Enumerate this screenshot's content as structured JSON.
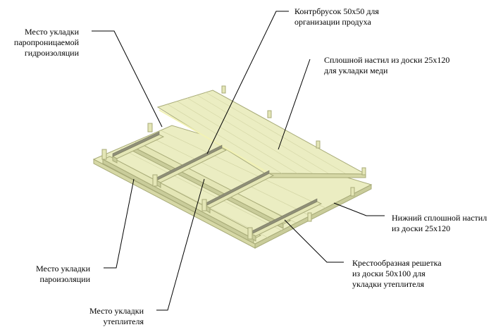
{
  "labels": {
    "vapor_permeable": {
      "line1": "Место укладки",
      "line2": "паропроницаемой",
      "line3": "гидроизоляции"
    },
    "counter_batten": {
      "line1": "Контрбрусок  50х50 для",
      "line2": "организации продуха"
    },
    "solid_top": {
      "line1": "Сплошной настил из доски 25х120",
      "line2": "для укладки меди"
    },
    "solid_bottom": {
      "line1": "Нижний сплошной настил",
      "line2": "из доски 25х120"
    },
    "cross_grid": {
      "line1": "Крестообразная решетка",
      "line2": "из доски 50х100 для",
      "line3": "укладки утеплителя"
    },
    "vapor_barrier": {
      "line1": "Место укладки",
      "line2": "пароизоляции"
    },
    "insulation": {
      "line1": "Место укладки",
      "line2": "утеплителя"
    }
  },
  "colors": {
    "board_fill": "#ebedc2",
    "board_stroke": "#a8ab78",
    "board_dark": "#c9cc9a",
    "groove": "#8f8f78",
    "batten_fill": "#e4e6b6",
    "leader": "#000000"
  }
}
